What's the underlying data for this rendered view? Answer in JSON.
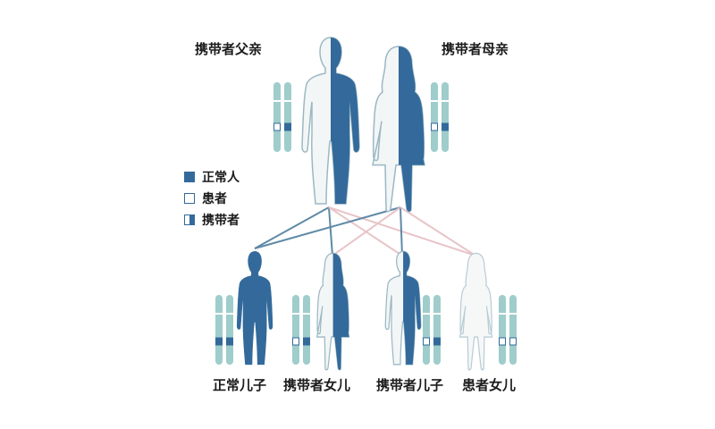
{
  "parents": {
    "father_label": "携带者父亲",
    "mother_label": "携带者母亲"
  },
  "legend": {
    "normal": "正常人",
    "patient": "患者",
    "carrier": "携带者"
  },
  "children": {
    "normal_son": "正常儿子",
    "carrier_daughter": "携带者女儿",
    "carrier_son": "携带者儿子",
    "patient_daughter": "患者女儿"
  },
  "colors": {
    "dark_blue": "#336a9b",
    "light_fill": "#f3f6f6",
    "outline": "#9bb8c4",
    "chromosome": "#9fcdcb",
    "line_dark": "#5f8aa6",
    "line_pink": "#e8c4c8"
  }
}
